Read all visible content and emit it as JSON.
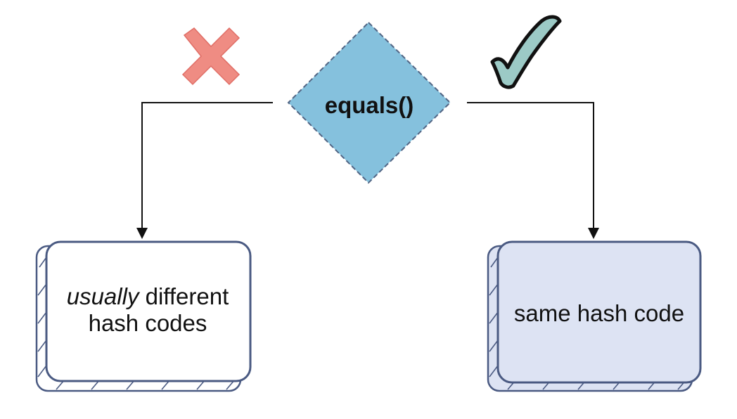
{
  "decision": {
    "label": "equals()"
  },
  "left_box": {
    "line1_emphasis": "usually",
    "line1_rest": " different",
    "line2": "hash codes"
  },
  "right_box": {
    "label": "same hash code"
  },
  "icons": {
    "left": "cross-icon",
    "right": "checkmark-icon"
  },
  "colors": {
    "decision_fill": "#85c1dd",
    "decision_stroke": "#516584",
    "box_stroke": "#4a5a82",
    "right_box_fill": "#dde3f3",
    "left_box_fill": "#ffffff",
    "cross": "#ef8c83",
    "check_fill": "#9ccac6",
    "check_stroke": "#111111"
  }
}
